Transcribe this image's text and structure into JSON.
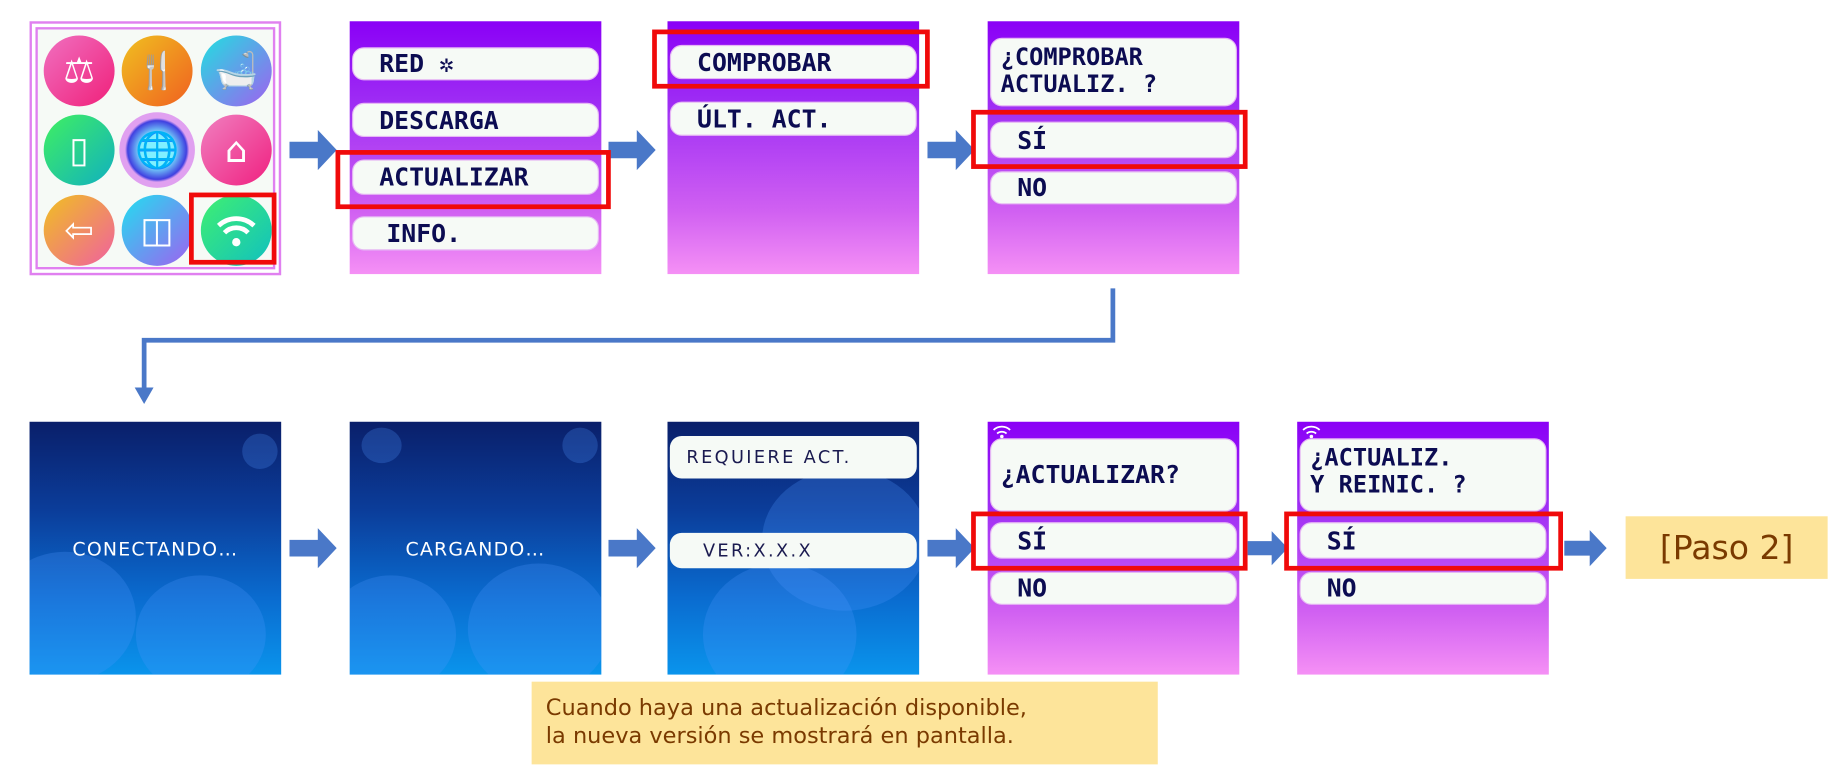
{
  "step1": {
    "menu_icons": [
      "scale-icon",
      "food-icon",
      "bath-icon",
      "phone-icon",
      "globe-icon",
      "gift-home-icon",
      "exit-door-icon",
      "devices-icon",
      "wifi-icon"
    ],
    "selected": "wifi-icon"
  },
  "step2": {
    "items": [
      "RED ✲",
      "DESCARGA",
      "ACTUALIZAR",
      "INFO."
    ],
    "selected": "ACTUALIZAR"
  },
  "step3": {
    "items": [
      "COMPROBAR",
      "ÚLT. ACT."
    ],
    "selected": "COMPROBAR"
  },
  "step4": {
    "question_line1": "¿COMPROBAR",
    "question_line2": "ACTUALIZ. ?",
    "yes": "SÍ",
    "no": "NO"
  },
  "step5": {
    "status": "CONECTANDO…"
  },
  "step6": {
    "status": "CARGANDO…"
  },
  "step7": {
    "message": "REQUIERE ACT.",
    "version": "VER:X.X.X"
  },
  "step8": {
    "question": "¿ACTUALIZAR?",
    "yes": "SÍ",
    "no": "NO"
  },
  "step9": {
    "question_line1": "¿ACTUALIZ.",
    "question_line2": "Y REINIC. ?",
    "yes": "SÍ",
    "no": "NO"
  },
  "next_step": "[Paso 2]",
  "note": {
    "line1": "Cuando haya una actualización disponible,",
    "line2": "la nueva versión se mostrará en pantalla."
  },
  "colors": {
    "highlight": "#f00a0a",
    "arrow": "#4a78c8",
    "note_bg": "#fde49a",
    "note_text": "#7a3a00"
  }
}
